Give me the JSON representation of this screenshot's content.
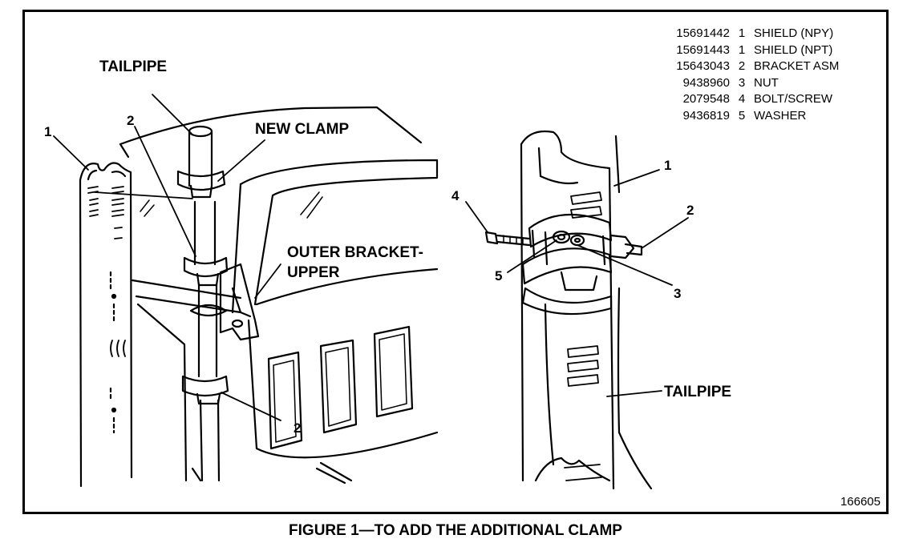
{
  "labels": {
    "tailpipe_left": "TAILPIPE",
    "new_clamp": "NEW CLAMP",
    "outer_bracket_line1": "OUTER BRACKET-",
    "outer_bracket_line2": "UPPER",
    "tailpipe_right": "TAILPIPE"
  },
  "callouts": {
    "left_shield": "1",
    "left_bracket_top": "2",
    "left_bracket_bottom": "2",
    "right_shield": "1",
    "right_bracket": "2",
    "right_nut": "3",
    "right_bolt": "4",
    "right_washer": "5"
  },
  "parts_list": [
    {
      "part_no": "15691442",
      "qty": "1",
      "desc": "SHIELD (NPY)"
    },
    {
      "part_no": "15691443",
      "qty": "1",
      "desc": "SHIELD (NPT)"
    },
    {
      "part_no": "15643043",
      "qty": "2",
      "desc": "BRACKET ASM"
    },
    {
      "part_no": "9438960",
      "qty": "3",
      "desc": "NUT"
    },
    {
      "part_no": "2079548",
      "qty": "4",
      "desc": "BOLT/SCREW"
    },
    {
      "part_no": "9436819",
      "qty": "5",
      "desc": "WASHER"
    }
  ],
  "figure_number": "166605",
  "caption": "FIGURE 1—TO ADD THE ADDITIONAL CLAMP"
}
